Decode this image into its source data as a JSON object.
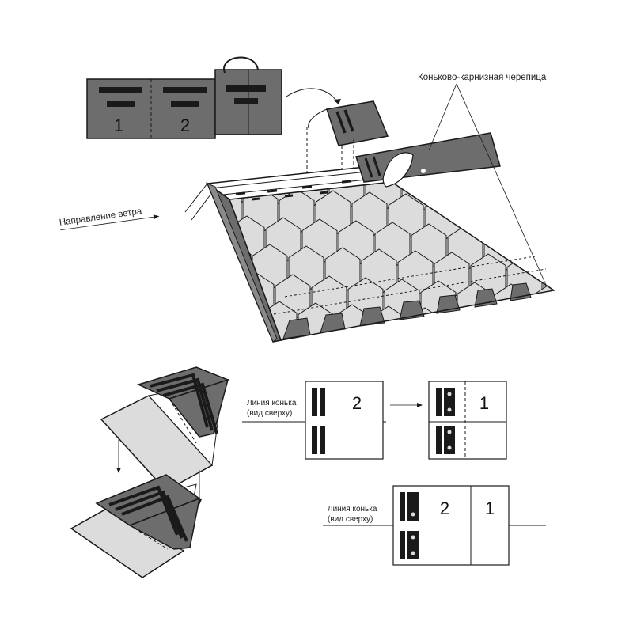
{
  "labels": {
    "ridge_eave_shingle": "Коньково-карнизная черепица",
    "wind_direction": "Направление ветра",
    "ridge_line_1": "Линия конька",
    "ridge_line_1_sub": "(вид сверху)",
    "ridge_line_2": "Линия конька",
    "ridge_line_2_sub": "(вид сверху)"
  },
  "numbers": {
    "panel_left": "1",
    "panel_right": "2",
    "box_a_num": "2",
    "box_b_num": "1",
    "box_c_num_left": "2",
    "box_c_num_right": "1"
  },
  "colors": {
    "dark": "#6d6d6d",
    "mid": "#8a8a8a",
    "light": "#dcdcdc",
    "stroke": "#1a1a1a"
  }
}
